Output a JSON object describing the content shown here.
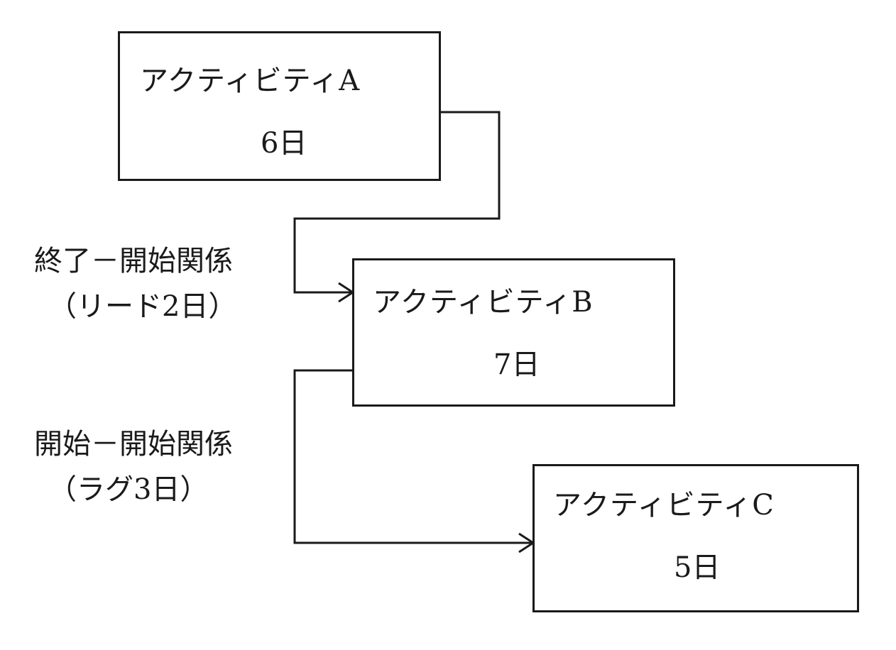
{
  "activities": [
    {
      "name": "アクティビティA",
      "duration": "6日"
    },
    {
      "name": "アクティビティB",
      "duration": "7日"
    },
    {
      "name": "アクティビティC",
      "duration": "5日"
    }
  ],
  "relations": [
    {
      "type": "終了－開始関係",
      "detail": "（リード2日）"
    },
    {
      "type": "開始－開始関係",
      "detail": "（ラグ3日）"
    }
  ]
}
